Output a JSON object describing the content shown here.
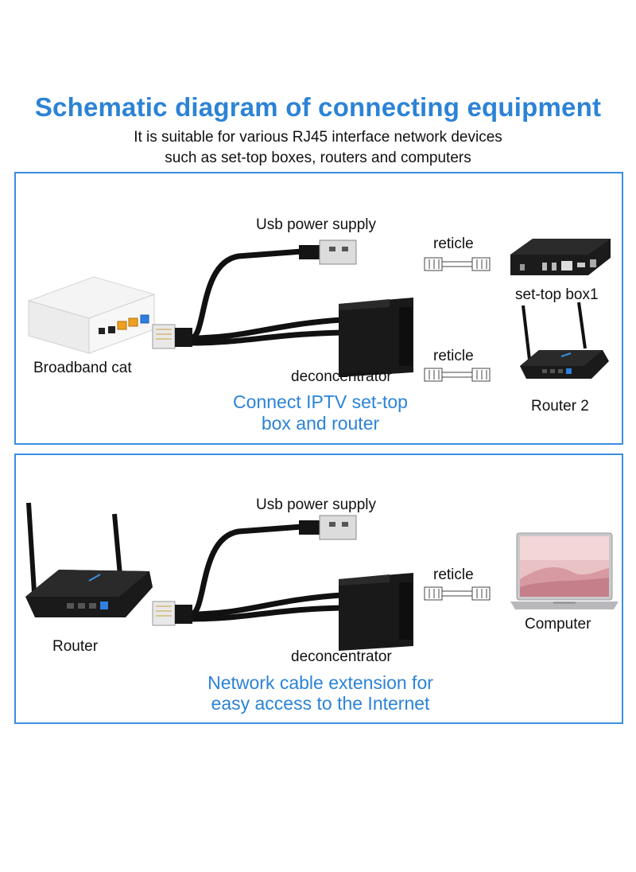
{
  "header": {
    "title": "Schematic diagram of connecting equipment",
    "subtitle_line1": "It is suitable for various RJ45 interface network devices",
    "subtitle_line2": "such as set-top boxes, routers and computers"
  },
  "panel_top": {
    "usb_label": "Usb power supply",
    "left_device_label": "Broadband cat",
    "splitter_label": "deconcentrator",
    "reticle_label_1": "reticle",
    "reticle_label_2": "reticle",
    "device_1_label": "set-top box1",
    "device_2_label": "Router 2",
    "caption_line1": "Connect IPTV set-top",
    "caption_line2": "box and router"
  },
  "panel_bottom": {
    "usb_label": "Usb power supply",
    "left_device_label": "Router",
    "splitter_label": "deconcentrator",
    "reticle_label": "reticle",
    "device_label": "Computer",
    "caption_line1": "Network cable extension for",
    "caption_line2": "easy access to the Internet"
  },
  "colors": {
    "accent": "#2c83d6",
    "panel_border": "#3a8ee0",
    "device_black": "#1a1a1a"
  }
}
